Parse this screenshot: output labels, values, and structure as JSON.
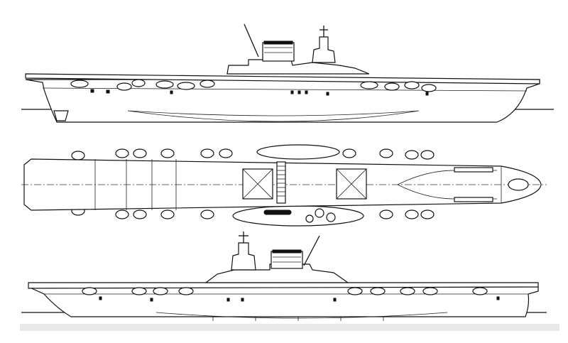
{
  "drawing": {
    "views": [
      {
        "view": "port-profile",
        "orientation": "bow-right"
      },
      {
        "view": "plan",
        "orientation": "bow-right"
      },
      {
        "view": "starboard-profile",
        "orientation": "bow-left"
      }
    ],
    "colors": {
      "ink": "#111111",
      "paper": "#ffffff"
    }
  }
}
